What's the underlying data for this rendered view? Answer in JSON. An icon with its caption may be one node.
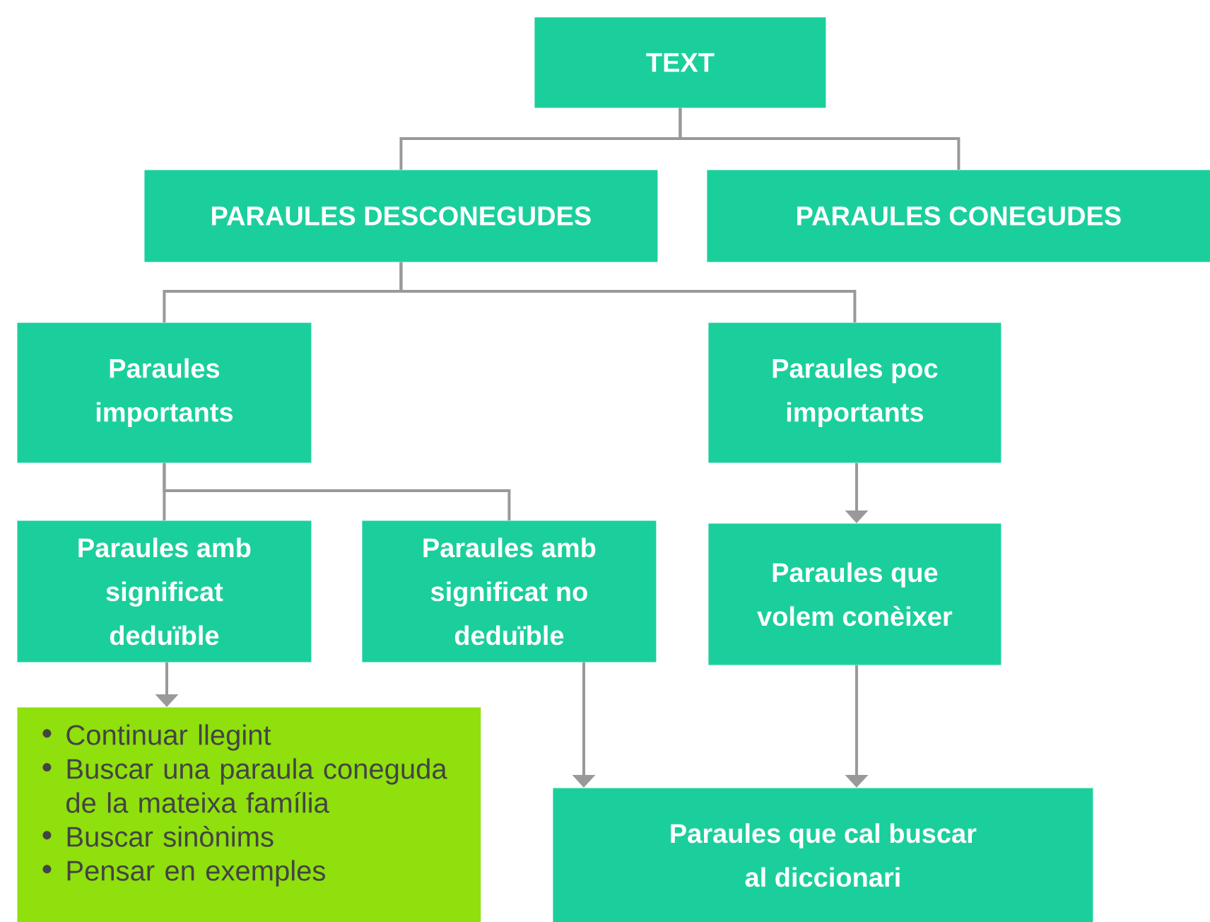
{
  "diagram": {
    "nodes": [
      {
        "text": [
          "TEXT"
        ]
      },
      {
        "text": [
          "PARAULES DESCONEGUDES"
        ]
      },
      {
        "text": [
          "PARAULES CONEGUDES"
        ]
      },
      {
        "text": [
          "Paraules importants"
        ]
      },
      {
        "text": [
          "Paraules poc importants"
        ]
      },
      {
        "text": [
          "Paraules amb significat deduïble"
        ]
      },
      {
        "text": [
          "Paraules amb significat no deduïble"
        ]
      },
      {
        "text": [
          "Paraules que volem conèixer"
        ]
      },
      {
        "text": [
          "Continuar llegint",
          "Buscar una paraula coneguda de la mateixa família",
          "Buscar sinònims",
          "Pensar en exemples"
        ]
      },
      {
        "text": [
          "Paraules que cal buscar al diccionari"
        ]
      }
    ],
    "edges": [
      {
        "from": 0,
        "to": 1,
        "arrow": "none"
      },
      {
        "from": 0,
        "to": 2,
        "arrow": "none"
      },
      {
        "from": 1,
        "to": 3,
        "arrow": "none"
      },
      {
        "from": 1,
        "to": 4,
        "arrow": "none"
      },
      {
        "from": 3,
        "to": 5,
        "arrow": "none"
      },
      {
        "from": 3,
        "to": 6,
        "arrow": "none"
      },
      {
        "from": 4,
        "to": 7,
        "arrow": "to"
      },
      {
        "from": 5,
        "to": 8,
        "arrow": "to"
      },
      {
        "from": 6,
        "to": 9,
        "arrow": "to"
      },
      {
        "from": 7,
        "to": 9,
        "arrow": "to"
      }
    ]
  }
}
